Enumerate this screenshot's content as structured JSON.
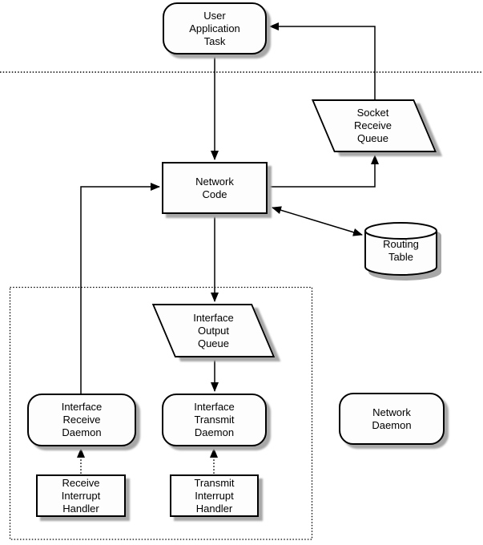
{
  "diagram": {
    "type": "flowchart",
    "colors": {
      "background": "#ffffff",
      "node_fill": "#fdfdfd",
      "stroke": "#000000",
      "shadow": "#a8a8a8"
    },
    "nodes": {
      "user_application_task": {
        "label": "User\nApplication\nTask",
        "shape": "rounded-rect"
      },
      "socket_receive_queue": {
        "label": "Socket\nReceive\nQueue",
        "shape": "parallelogram"
      },
      "network_code": {
        "label": "Network\nCode",
        "shape": "rect"
      },
      "routing_table": {
        "label": "Routing\nTable",
        "shape": "cylinder"
      },
      "interface_output_queue": {
        "label": "Interface\nOutput\nQueue",
        "shape": "parallelogram"
      },
      "interface_receive_daemon": {
        "label": "Interface\nReceive\nDaemon",
        "shape": "rounded-rect"
      },
      "interface_transmit_daemon": {
        "label": "Interface\nTransmit\nDaemon",
        "shape": "rounded-rect"
      },
      "network_daemon": {
        "label": "Network\nDaemon",
        "shape": "rounded-rect"
      },
      "receive_interrupt_handler": {
        "label": "Receive\nInterrupt\nHandler",
        "shape": "rect"
      },
      "transmit_interrupt_handler": {
        "label": "Transmit\nInterrupt\nHandler",
        "shape": "rect"
      }
    },
    "edges": [
      {
        "from": "user_application_task",
        "to": "network_code",
        "style": "solid",
        "bidirectional": false
      },
      {
        "from": "network_code",
        "to": "interface_output_queue",
        "style": "solid",
        "bidirectional": false
      },
      {
        "from": "interface_output_queue",
        "to": "interface_transmit_daemon",
        "style": "solid",
        "bidirectional": false
      },
      {
        "from": "interface_receive_daemon",
        "to": "network_code",
        "style": "solid",
        "bidirectional": false
      },
      {
        "from": "network_code",
        "to": "socket_receive_queue",
        "style": "solid",
        "bidirectional": false
      },
      {
        "from": "socket_receive_queue",
        "to": "user_application_task",
        "style": "solid",
        "bidirectional": false
      },
      {
        "from": "network_code",
        "to": "routing_table",
        "style": "solid",
        "bidirectional": true
      },
      {
        "from": "receive_interrupt_handler",
        "to": "interface_receive_daemon",
        "style": "dotted",
        "bidirectional": false
      },
      {
        "from": "transmit_interrupt_handler",
        "to": "interface_transmit_daemon",
        "style": "dotted",
        "bidirectional": false
      }
    ],
    "boundaries": [
      {
        "name": "horizontal-dotted-separator",
        "style": "dotted-line"
      },
      {
        "name": "kernel-interface-dotted-region",
        "style": "dotted-rect"
      }
    ]
  }
}
